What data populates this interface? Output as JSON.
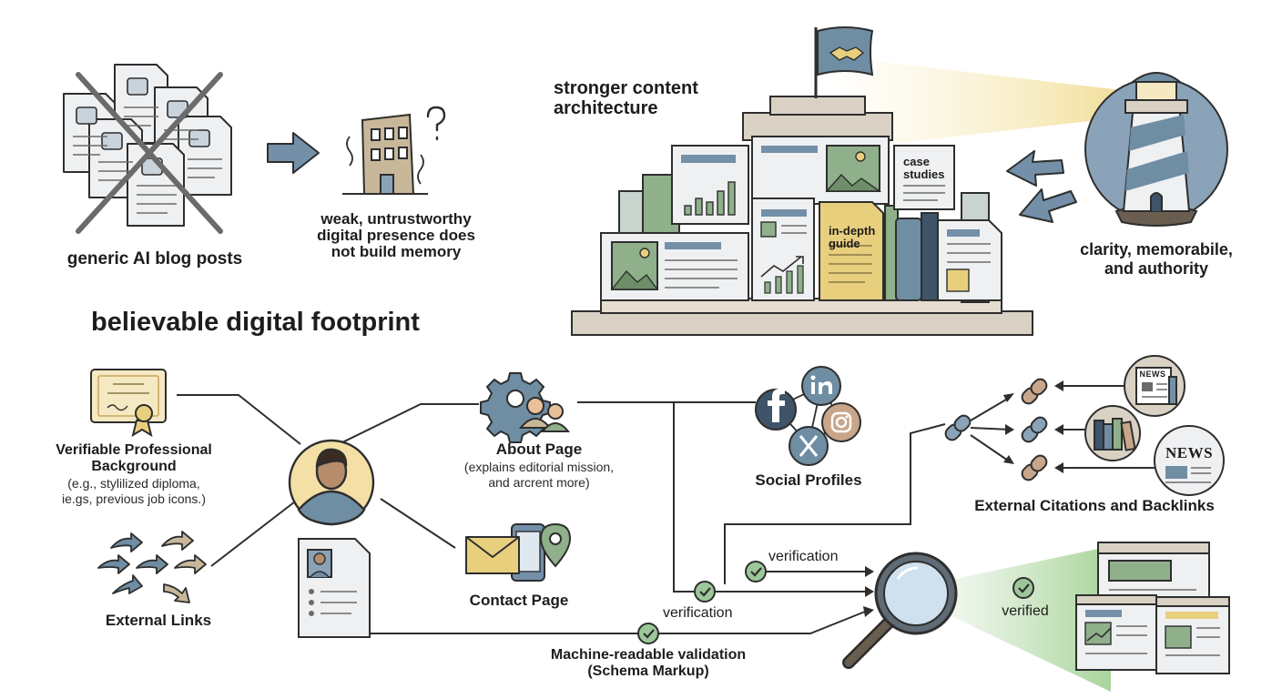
{
  "labels": {
    "generic_posts": "generic AI blog posts",
    "weak_presence": [
      "weak, untrustworthy",
      "digital presence does",
      "not build memory"
    ],
    "stronger_architecture": [
      "stronger content",
      "architecture"
    ],
    "case_studies": [
      "case",
      "studies"
    ],
    "in_depth_guide": [
      "in-depth",
      "guide"
    ],
    "clarity": [
      "clarity, memorabile,",
      "and authority"
    ],
    "footprint_title": "believable digital footprint",
    "professional_background": [
      "Verifiable Professional",
      "Background"
    ],
    "professional_background_sub": [
      "(e.g., stylilized diploma,",
      "ie.gs, previous job icons.)"
    ],
    "external_links": "External Links",
    "about_page": "About Page",
    "about_page_sub": [
      "(explains editorial mission,",
      "and arcrent more)"
    ],
    "contact_page": "Contact Page",
    "social_profiles": "Social Profiles",
    "citations": "External Citations and Backlinks",
    "verification_1": "verification",
    "verification_2": "verification",
    "schema": [
      "Machine-readable validation",
      "(Schema Markup)"
    ],
    "verified": "verified",
    "news_small": "NEWS",
    "news_large": "NEWS"
  },
  "icons": {
    "robot": "robot-icon",
    "building": "crumbling-building-icon",
    "lighthouse": "lighthouse-icon",
    "flag": "handshake-flag-icon",
    "diploma": "diploma-icon",
    "person": "person-avatar-icon",
    "gear": "gear-people-icon",
    "envelope": "envelope-icon",
    "phone": "phone-icon",
    "map_pin": "map-pin-icon",
    "facebook": "facebook-icon",
    "linkedin": "linkedin-icon",
    "instagram": "instagram-icon",
    "x": "x-icon",
    "chain_link": "chain-link-icon",
    "magnifier": "magnifying-glass-icon",
    "check": "check-icon",
    "books": "books-icon"
  },
  "colors": {
    "ink": "#2e2e2e",
    "sage": "#8fb08a",
    "slate": "#6f8da3",
    "navy": "#3f5468",
    "cream": "#f4e9c3",
    "mustard": "#e8cf7e",
    "paper": "#eef0f2",
    "check_green": "#9cc79a",
    "beam": "#f5e6a6",
    "glow_green": "#a8d59c"
  }
}
